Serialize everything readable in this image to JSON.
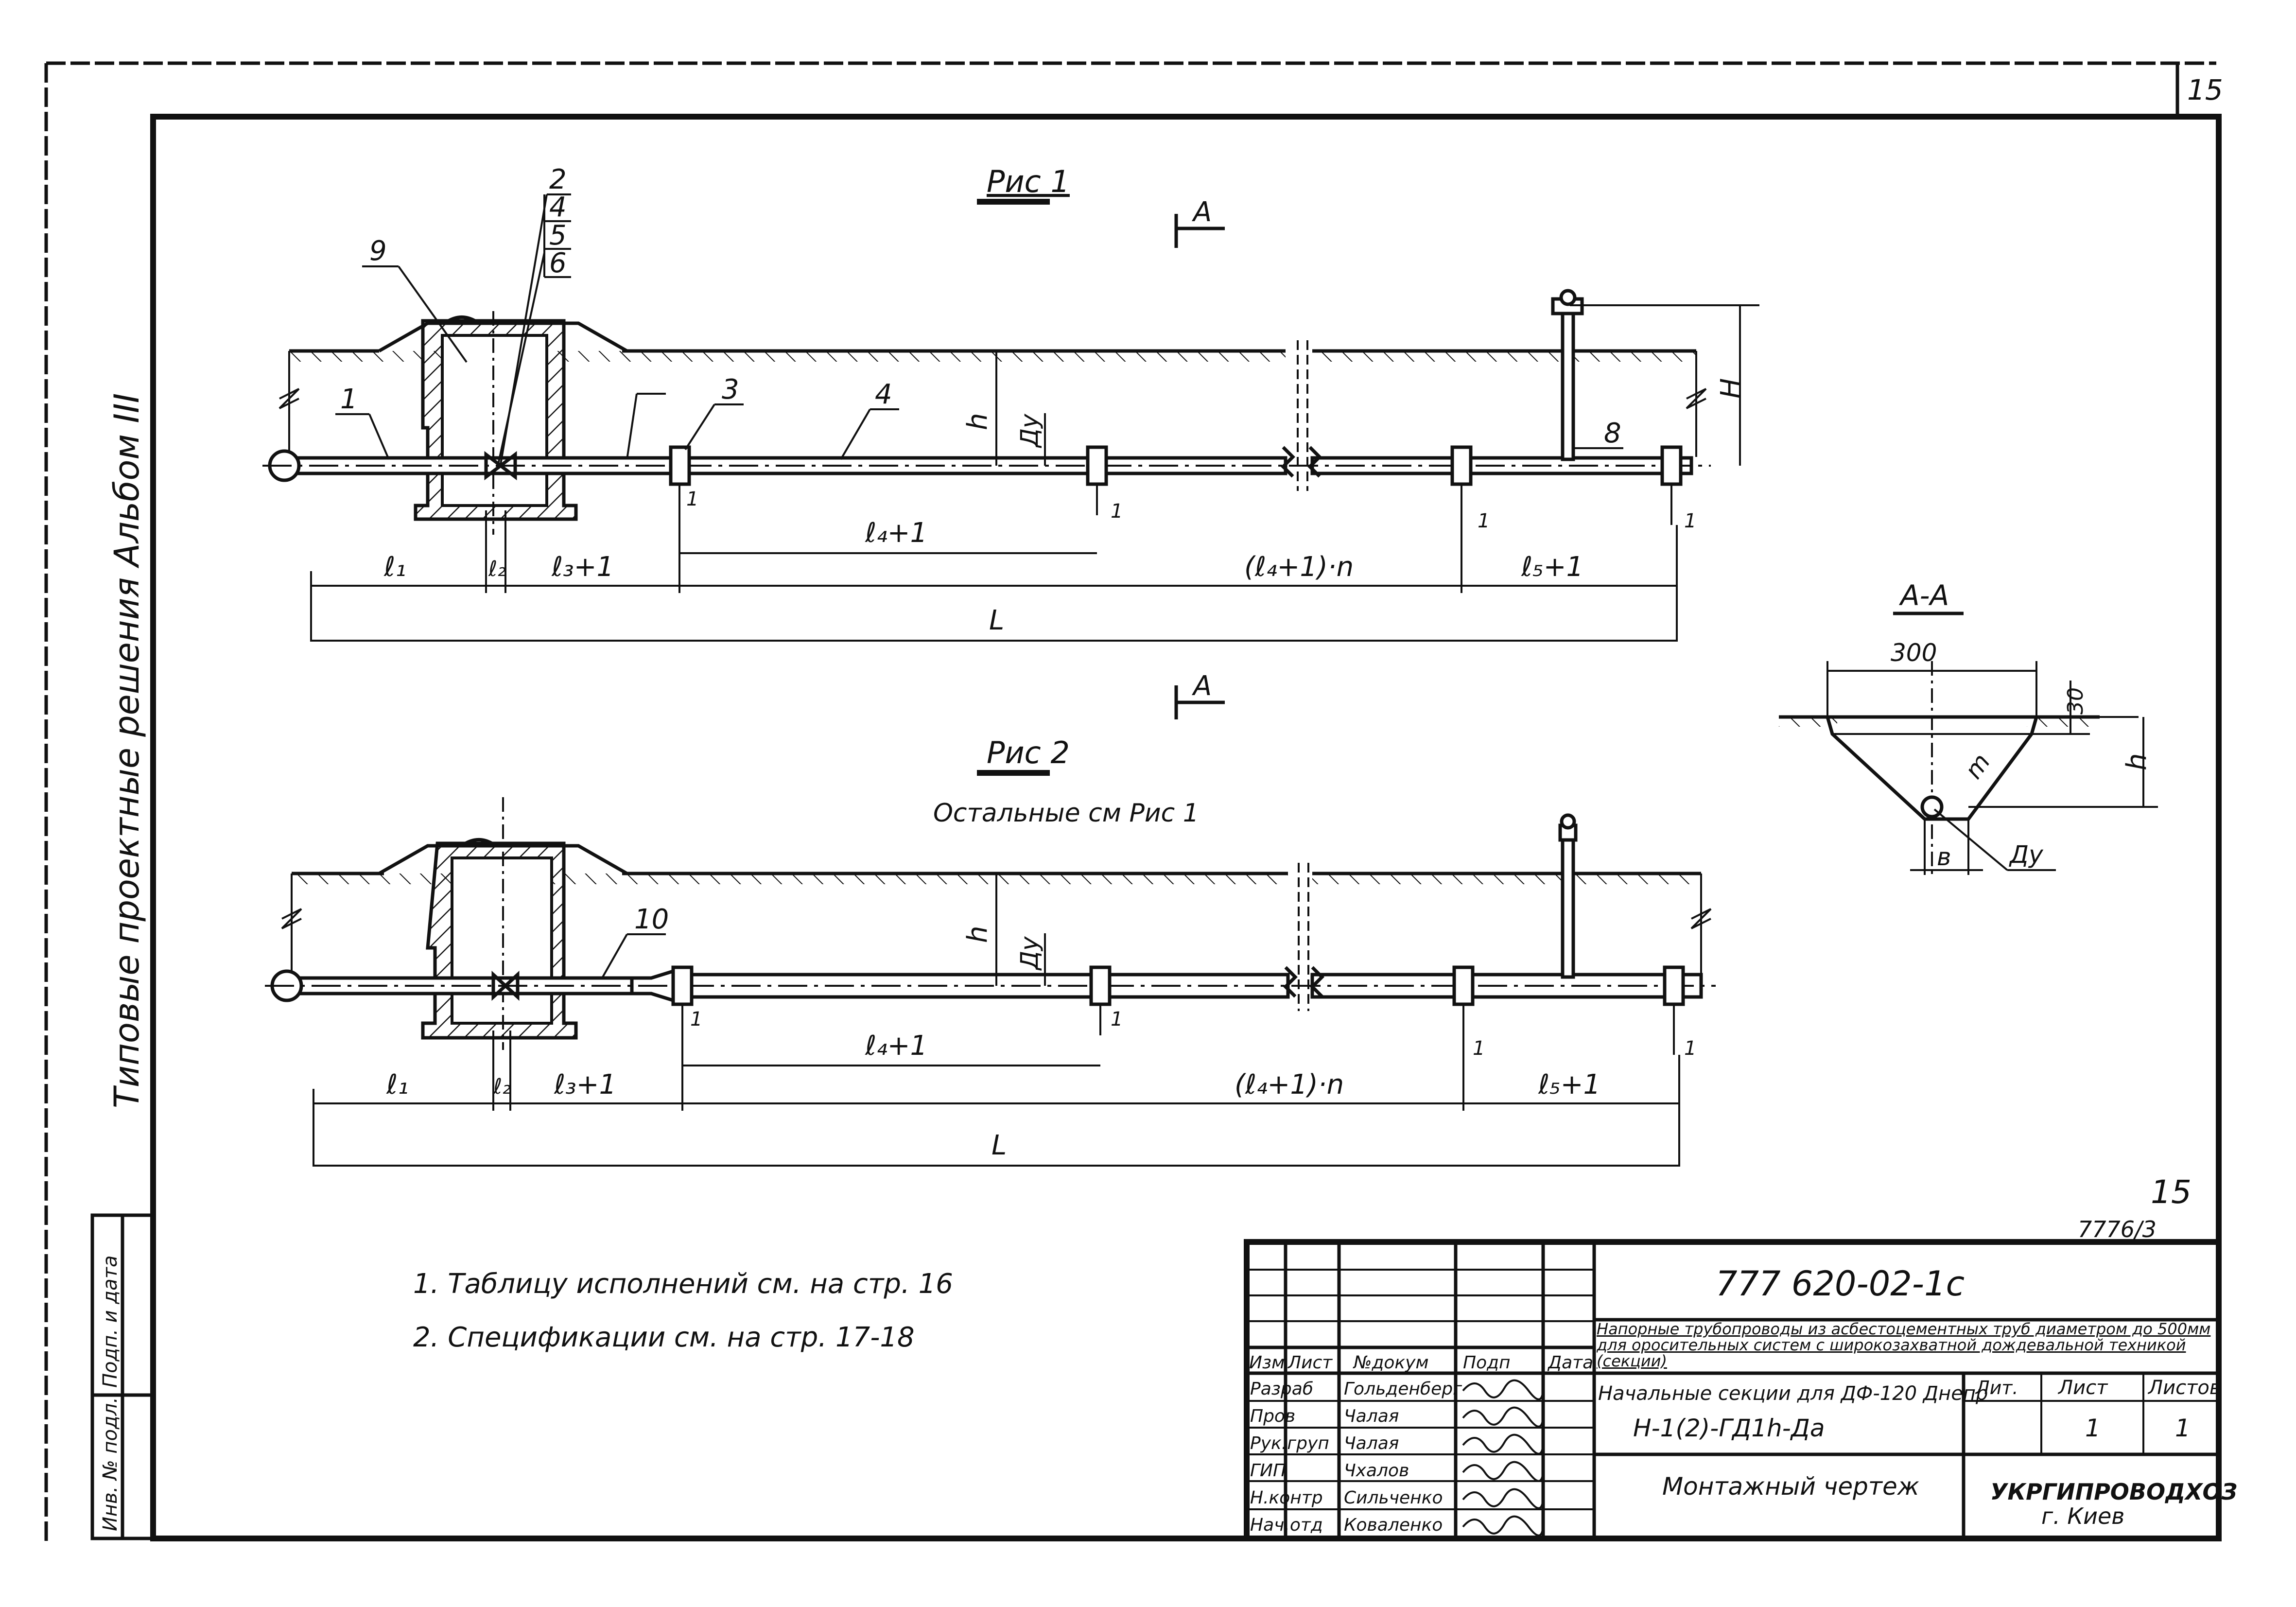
{
  "page_number": "15",
  "side_title": "Типовые проектные решения Альбом III",
  "fig1": {
    "title": "Рис 1",
    "section_marker": "А",
    "callouts": [
      "9",
      "2",
      "4",
      "5",
      "6",
      "1",
      "3",
      "4",
      "8"
    ],
    "labels": {
      "h": "h",
      "du": "Ду",
      "H": "Н",
      "one": "1"
    },
    "dims": [
      "ℓ₁",
      "ℓ₂",
      "ℓ₃+1",
      "ℓ₄+1",
      "(ℓ₄+1)·n",
      "ℓ₅+1",
      "L"
    ]
  },
  "fig2": {
    "title": "Рис 2",
    "subtitle": "Остальные см Рис 1",
    "section_marker": "А",
    "callouts": [
      "10"
    ],
    "labels": {
      "h": "h",
      "du": "Ду",
      "one": "1"
    },
    "dims": [
      "ℓ₁",
      "ℓ₂",
      "ℓ₃+1",
      "ℓ₄+1",
      "(ℓ₄+1)·n",
      "ℓ₅+1",
      "L"
    ]
  },
  "section_aa": {
    "title": "А-А",
    "width": "300",
    "depth_top": "30",
    "h": "h",
    "m": "m",
    "b": "в",
    "du": "Ду"
  },
  "notes": [
    "1. Таблицу исполнений см. на стр. 16",
    "2. Спецификации см. на стр. 17-18"
  ],
  "stamp_right": {
    "page": "15",
    "code": "7776/3"
  },
  "left_margin": {
    "inv": "Инв. № подл.",
    "sign": "Подп. и дата"
  },
  "title_block": {
    "doc_code": "777 620-02-1с",
    "description": "Напорные трубопроводы из асбестоцементных труб диаметром до 500мм для оросительных систем с широкозахватной дождевальной техникой (секции)",
    "section_name": "Начальные секции для ДФ-120 Днепр",
    "designation": "Н-1(2)-ГД1h-Да",
    "drawing_name": "Монтажный чертеж",
    "organization": "УКРГИПРОВОДХОЗ",
    "city": "г. Киев",
    "headers": {
      "izm": "Изм",
      "list": "Лист",
      "ndoc": "№докум",
      "podp": "Подп",
      "data": "Дата"
    },
    "stage_headers": {
      "lit": "Лит.",
      "list": "Лист",
      "listov": "Листов"
    },
    "stage_values": {
      "list": "1",
      "listov": "1"
    },
    "people": [
      {
        "role": "Разраб",
        "name": "Гольденберг"
      },
      {
        "role": "Пров",
        "name": "Чалая"
      },
      {
        "role": "Рук.груп",
        "name": "Чалая"
      },
      {
        "role": "ГИП",
        "name": "Чхалов"
      },
      {
        "role": "Н.контр",
        "name": "Сильченко"
      },
      {
        "role": "Нач.отд",
        "name": "Коваленко"
      }
    ]
  }
}
